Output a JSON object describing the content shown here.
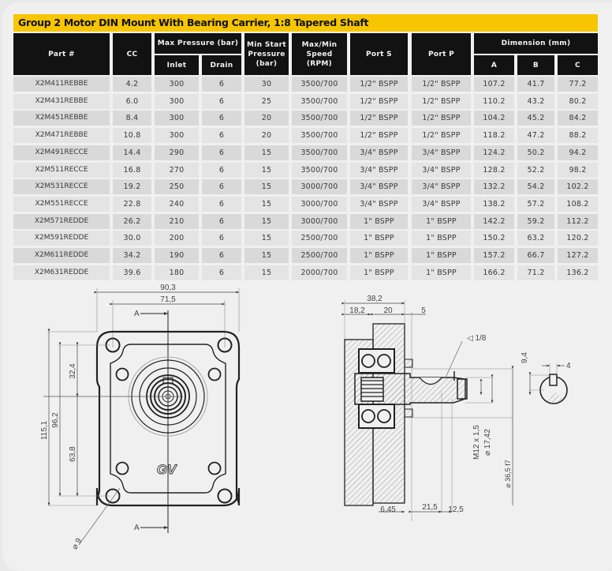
{
  "title": "Group 2 Motor DIN Mount With Bearing Carrier, 1:8 Tapered Shaft",
  "table": {
    "headers": {
      "part": "Part #",
      "cc": "CC",
      "max_pressure": "Max Pressure (bar)",
      "inlet": "Inlet",
      "drain": "Drain",
      "min_start_1": "Min Start",
      "min_start_2": "Pressure",
      "min_start_3": "(bar)",
      "speed_1": "Max/Min",
      "speed_2": "Speed",
      "speed_3": "(RPM)",
      "port_s": "Port S",
      "port_p": "Port P",
      "dimension": "Dimension (mm)",
      "a": "A",
      "b": "B",
      "c": "C"
    },
    "rows": [
      {
        "part": "X2M411REBBE",
        "cc": "4.2",
        "inlet": "300",
        "drain": "6",
        "min_start": "30",
        "speed": "3500/700",
        "port_s": "1/2\" BSPP",
        "port_p": "1/2\" BSPP",
        "a": "107.2",
        "b": "41.7",
        "c": "77.2"
      },
      {
        "part": "X2M431REBBE",
        "cc": "6.0",
        "inlet": "300",
        "drain": "6",
        "min_start": "25",
        "speed": "3500/700",
        "port_s": "1/2\" BSPP",
        "port_p": "1/2\" BSPP",
        "a": "110.2",
        "b": "43.2",
        "c": "80.2"
      },
      {
        "part": "X2M451REBBE",
        "cc": "8.4",
        "inlet": "300",
        "drain": "6",
        "min_start": "20",
        "speed": "3500/700",
        "port_s": "1/2\" BSPP",
        "port_p": "1/2\" BSPP",
        "a": "104.2",
        "b": "45.2",
        "c": "84.2"
      },
      {
        "part": "X2M471REBBE",
        "cc": "10.8",
        "inlet": "300",
        "drain": "6",
        "min_start": "20",
        "speed": "3500/700",
        "port_s": "1/2\" BSPP",
        "port_p": "1/2\" BSPP",
        "a": "118.2",
        "b": "47.2",
        "c": "88.2"
      },
      {
        "part": "X2M491RECCE",
        "cc": "14.4",
        "inlet": "290",
        "drain": "6",
        "min_start": "15",
        "speed": "3500/700",
        "port_s": "3/4\" BSPP",
        "port_p": "3/4\" BSPP",
        "a": "124.2",
        "b": "50.2",
        "c": "94.2"
      },
      {
        "part": "X2M511RECCE",
        "cc": "16.8",
        "inlet": "270",
        "drain": "6",
        "min_start": "15",
        "speed": "3500/700",
        "port_s": "3/4\" BSPP",
        "port_p": "3/4\" BSPP",
        "a": "128.2",
        "b": "52.2",
        "c": "98.2"
      },
      {
        "part": "X2M531RECCE",
        "cc": "19.2",
        "inlet": "250",
        "drain": "6",
        "min_start": "15",
        "speed": "3000/700",
        "port_s": "3/4\" BSPP",
        "port_p": "3/4\" BSPP",
        "a": "132.2",
        "b": "54.2",
        "c": "102.2"
      },
      {
        "part": "X2M551RECCE",
        "cc": "22.8",
        "inlet": "240",
        "drain": "6",
        "min_start": "15",
        "speed": "3000/700",
        "port_s": "3/4\" BSPP",
        "port_p": "3/4\" BSPP",
        "a": "138.2",
        "b": "57.2",
        "c": "108.2"
      },
      {
        "part": "X2M571REDDE",
        "cc": "26.2",
        "inlet": "210",
        "drain": "6",
        "min_start": "15",
        "speed": "3000/700",
        "port_s": "1\" BSPP",
        "port_p": "1\" BSPP",
        "a": "142.2",
        "b": "59.2",
        "c": "112.2"
      },
      {
        "part": "X2M591REDDE",
        "cc": "30.0",
        "inlet": "200",
        "drain": "6",
        "min_start": "15",
        "speed": "2500/700",
        "port_s": "1\" BSPP",
        "port_p": "1\" BSPP",
        "a": "150.2",
        "b": "63.2",
        "c": "120.2"
      },
      {
        "part": "X2M611REDDE",
        "cc": "34.2",
        "inlet": "190",
        "drain": "6",
        "min_start": "15",
        "speed": "2500/700",
        "port_s": "1\" BSPP",
        "port_p": "1\" BSPP",
        "a": "157.2",
        "b": "66.7",
        "c": "127.2"
      },
      {
        "part": "X2M631REDDE",
        "cc": "39.6",
        "inlet": "180",
        "drain": "6",
        "min_start": "15",
        "speed": "2000/700",
        "port_s": "1\" BSPP",
        "port_p": "1\" BSPP",
        "a": "166.2",
        "b": "71.2",
        "c": "136.2"
      }
    ]
  },
  "front_view": {
    "dim_width_outer": "90,3",
    "dim_width_bolt": "71,5",
    "dim_height_total": "115,1",
    "dim_height_bolt": "96,2",
    "dim_upper": "32,4",
    "dim_lower": "63,8",
    "dim_hole": "⌀ 9",
    "section_label": "A",
    "logo": "GV"
  },
  "side_view": {
    "dim_total": "38,2",
    "dim_left": "18,2",
    "dim_mid": "20",
    "dim_flange": "5",
    "taper": "◁ 1/8",
    "dim_key_height": "9,4",
    "dim_key_width": "4",
    "thread": "M12 x 1,5",
    "dia_small": "⌀ 17,42",
    "dia_shaft": "⌀ 36,5 f7",
    "dim_bottom_1": "6,45",
    "dim_bottom_2": "21,5",
    "dim_bottom_3": "12,5"
  },
  "colors": {
    "title_bg": "#f7c600",
    "header_bg": "#121212",
    "row_dark": "#d9d9d9",
    "row_light": "#e4e4e4"
  }
}
